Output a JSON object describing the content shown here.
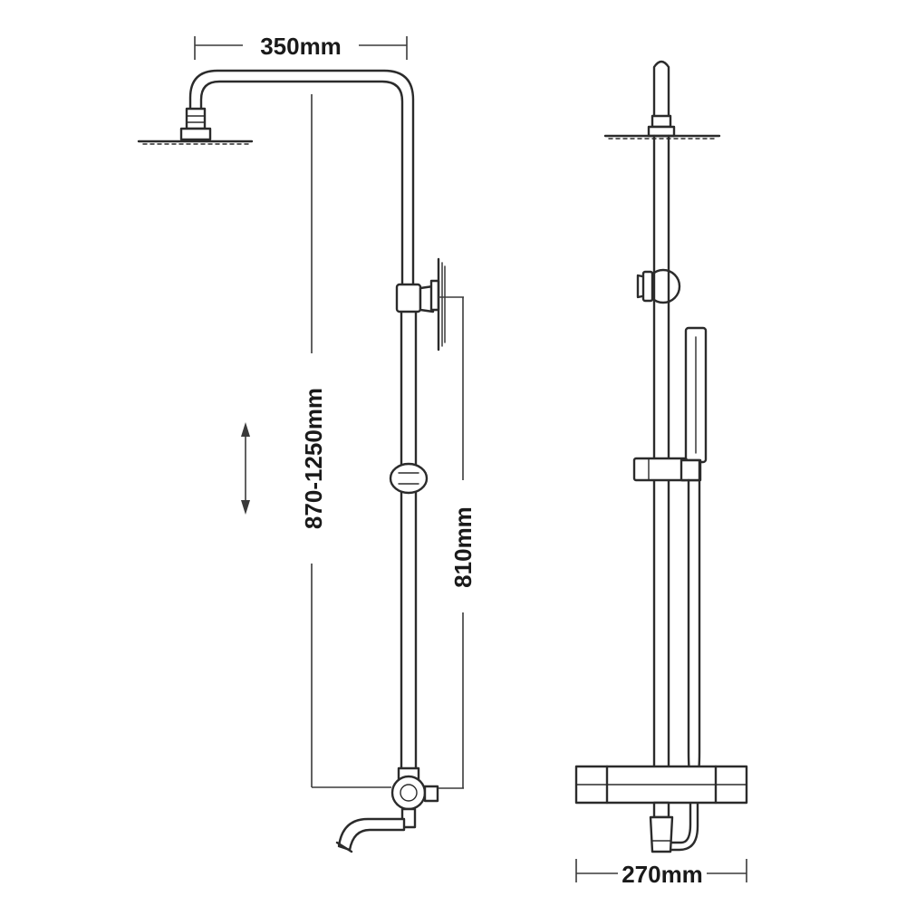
{
  "dimensions": {
    "head_width": "350mm",
    "height_range": "870-1250mm",
    "slider_rail": "810mm",
    "base_width": "270mm"
  },
  "colors": {
    "line": "#2b2b2b",
    "background": "#ffffff"
  }
}
